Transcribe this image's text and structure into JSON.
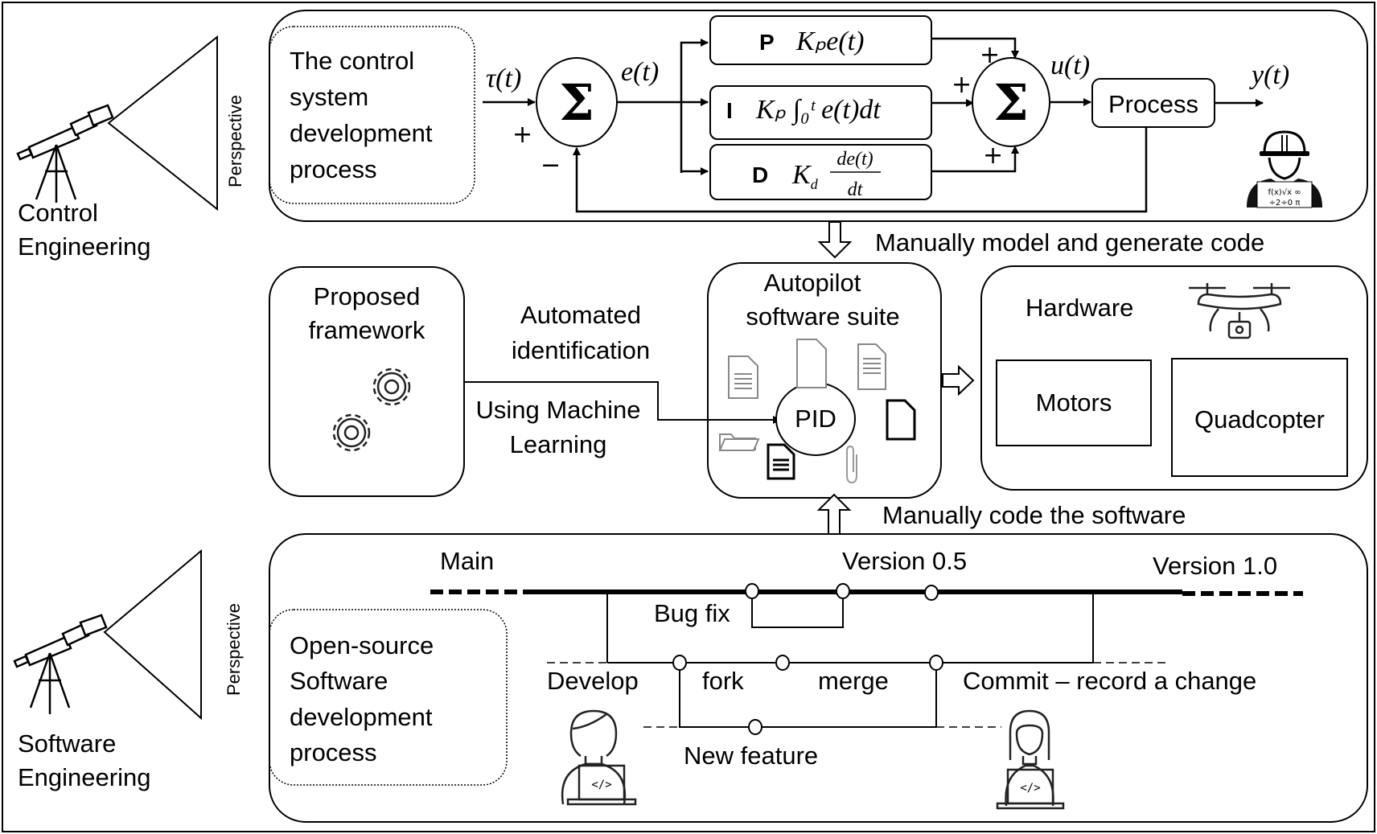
{
  "figure": {
    "control_section": {
      "discipline_label_lines": [
        "Control",
        "Engineering"
      ],
      "perspective_label": "Perspective",
      "process_label_lines": [
        "The control",
        "system",
        "development",
        "process"
      ],
      "signals": {
        "reference": "τ(t)",
        "error": "e(t)",
        "control": "u(t)",
        "output": "y(t)"
      },
      "sum1_symbol": "Σ",
      "sum1_signs": {
        "input": "+",
        "feedback": "−"
      },
      "sum2_symbol": "Σ",
      "sum2_signs": {
        "top": "+",
        "middle": "+",
        "bottom": "+"
      },
      "pid_blocks": [
        {
          "letter": "P",
          "formula": "Kₚe(t)"
        },
        {
          "letter": "I",
          "formula": "Kₚ ∫₀ᵗ e(t)dt"
        },
        {
          "letter": "D",
          "formula_prefix": "K_d",
          "numerator": "de(t)",
          "denominator": "dt"
        }
      ],
      "process_block": "Process",
      "engineer_icon": "engineer-with-formulas-icon"
    },
    "arrow_labels": {
      "top_to_middle": "Manually model and generate code",
      "bottom_to_middle": "Manually code the software"
    },
    "middle_section": {
      "framework_label_lines": [
        "Proposed",
        "framework"
      ],
      "framework_icon": "gears-icon",
      "link_label_top_lines": [
        "Automated",
        "identification"
      ],
      "link_label_bottom_lines": [
        "Using Machine",
        "Learning"
      ],
      "autopilot_label_lines": [
        "Autopilot",
        "software suite"
      ],
      "pid_node": "PID",
      "autopilot_icons": [
        "document-lines-icon",
        "document-blank-icon",
        "document-lines-icon",
        "document-blank-bold-icon",
        "folder-open-icon",
        "document-lines-bold-icon",
        "paperclip-icon"
      ],
      "hardware_label": "Hardware",
      "hardware_items": [
        "Motors",
        "Quadcopter"
      ],
      "hardware_icon": "drone-icon"
    },
    "software_section": {
      "discipline_label_lines": [
        "Software",
        "Engineering"
      ],
      "perspective_label": "Perspective",
      "process_label_lines": [
        "Open-source",
        "Software",
        "development",
        "process"
      ],
      "branch_labels": {
        "main": "Main",
        "version_05": "Version 0.5",
        "version_10": "Version 1.0",
        "bug_fix": "Bug fix",
        "develop": "Develop",
        "fork": "fork",
        "merge": "merge",
        "commit": "Commit – record a change",
        "new_feature": "New feature"
      },
      "developer_icons": [
        "developer-male-laptop-icon",
        "developer-female-laptop-icon"
      ]
    }
  }
}
